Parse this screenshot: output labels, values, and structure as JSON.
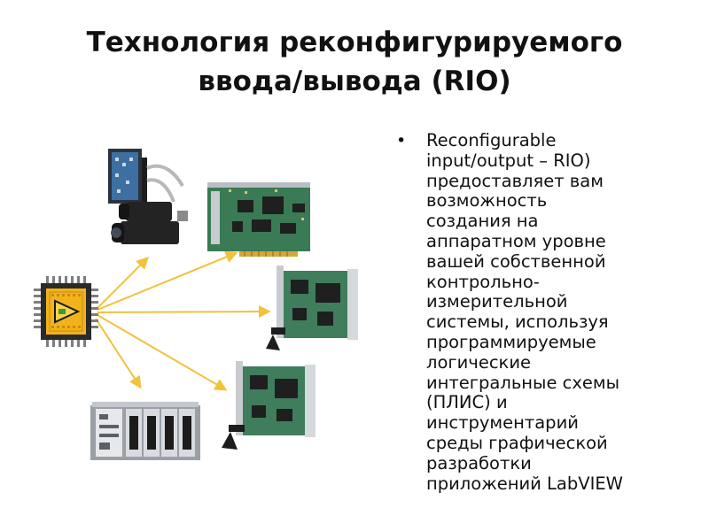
{
  "slide": {
    "title_lines": [
      "Технология реконфигурируемого",
      "ввода/вывода (RIO)"
    ],
    "bullet_lines": [
      "Reconfigurable",
      "input/output – RIO)",
      "предоставляет вам",
      "возможность",
      "создания на",
      "аппаратном уровне",
      "вашей собственной",
      "контрольно-",
      "измерительной",
      "системы, используя",
      "программируемые",
      "логические",
      "интегральные схемы",
      "(ПЛИС) и",
      "инструментарий",
      "среды графической",
      "разработки",
      "приложений LabVIEW"
    ],
    "bullet_symbol": "•"
  },
  "illustration": {
    "center_icon": "fpga-chip-icon",
    "targets": [
      "camera-module",
      "pci-card",
      "pxi-module-1",
      "pxi-module-2",
      "compactrio-chassis"
    ],
    "colors": {
      "arrow": "#f2c23a",
      "chip_body": "#2a2a2a",
      "chip_core": "#f2b21a",
      "board_green": "#3a7a55",
      "metal": "#c8ccd0"
    }
  }
}
